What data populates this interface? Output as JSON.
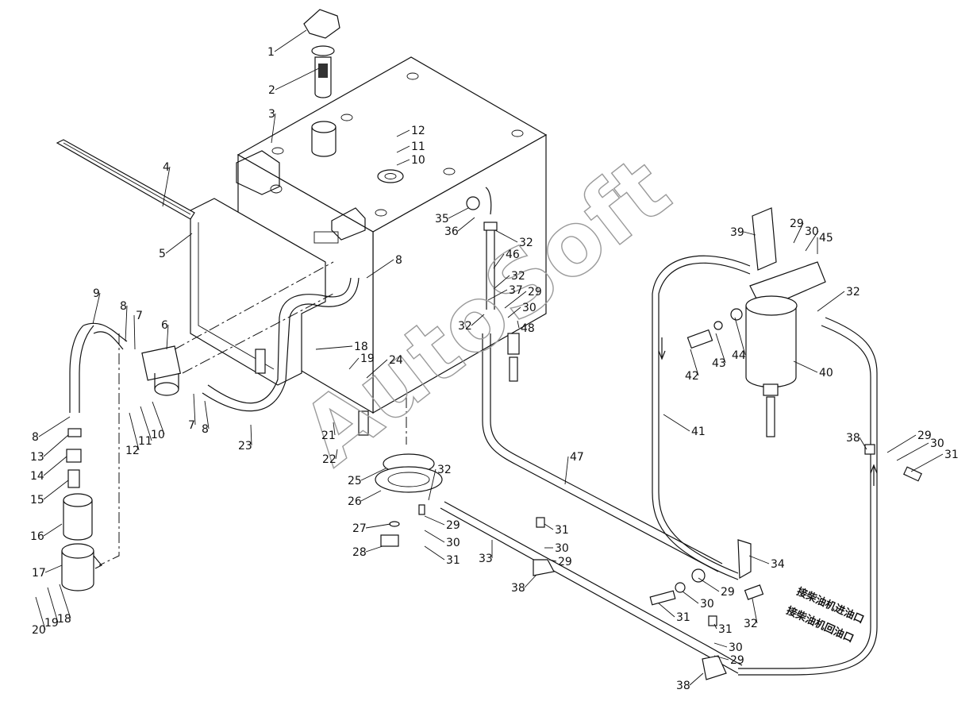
{
  "watermark": "AutoSoft",
  "annotations": {
    "oil_inlet": "接柴油机进油口",
    "oil_return": "接柴油机回油口"
  },
  "callouts": [
    "1",
    "2",
    "3",
    "4",
    "5",
    "6",
    "7",
    "8",
    "9",
    "10",
    "11",
    "12",
    "13",
    "14",
    "15",
    "16",
    "17",
    "18",
    "19",
    "20",
    "21",
    "22",
    "23",
    "24",
    "25",
    "26",
    "27",
    "28",
    "29",
    "30",
    "31",
    "32",
    "33",
    "34",
    "35",
    "36",
    "37",
    "38",
    "39",
    "40",
    "41",
    "42",
    "43",
    "44",
    "45",
    "46",
    "47",
    "48"
  ]
}
